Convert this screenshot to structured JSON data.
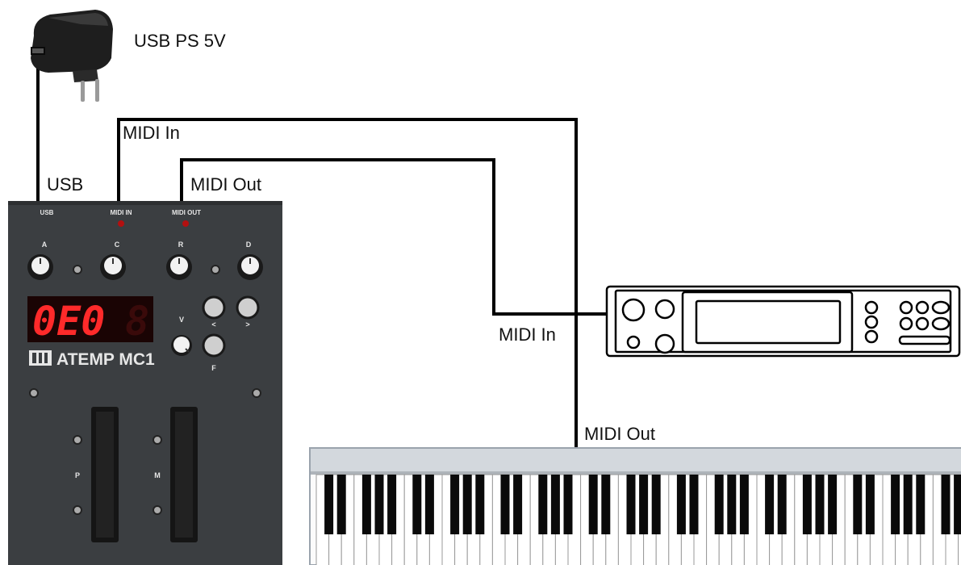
{
  "labels": {
    "power_supply": "USB PS 5V",
    "usb": "USB",
    "midi_in_top": "MIDI In",
    "midi_out_top": "MIDI Out",
    "midi_in_synth": "MIDI In",
    "midi_out_keyboard": "MIDI Out"
  },
  "device": {
    "port_usb": "USB",
    "port_midi_in": "MIDI IN",
    "port_midi_out": "MIDI OUT",
    "knob_a": "A",
    "knob_c": "C",
    "knob_r": "R",
    "knob_d": "D",
    "knob_v": "V",
    "btn_prev": "<",
    "btn_next": ">",
    "btn_f": "F",
    "fader_p": "P",
    "fader_m": "M",
    "display": "0E0",
    "brand": "ATEMP MC1"
  },
  "colors": {
    "cable": "#000000",
    "device_body": "#3a3d40",
    "led_red": "#ff2a2a",
    "display_bg": "#2a0606"
  }
}
